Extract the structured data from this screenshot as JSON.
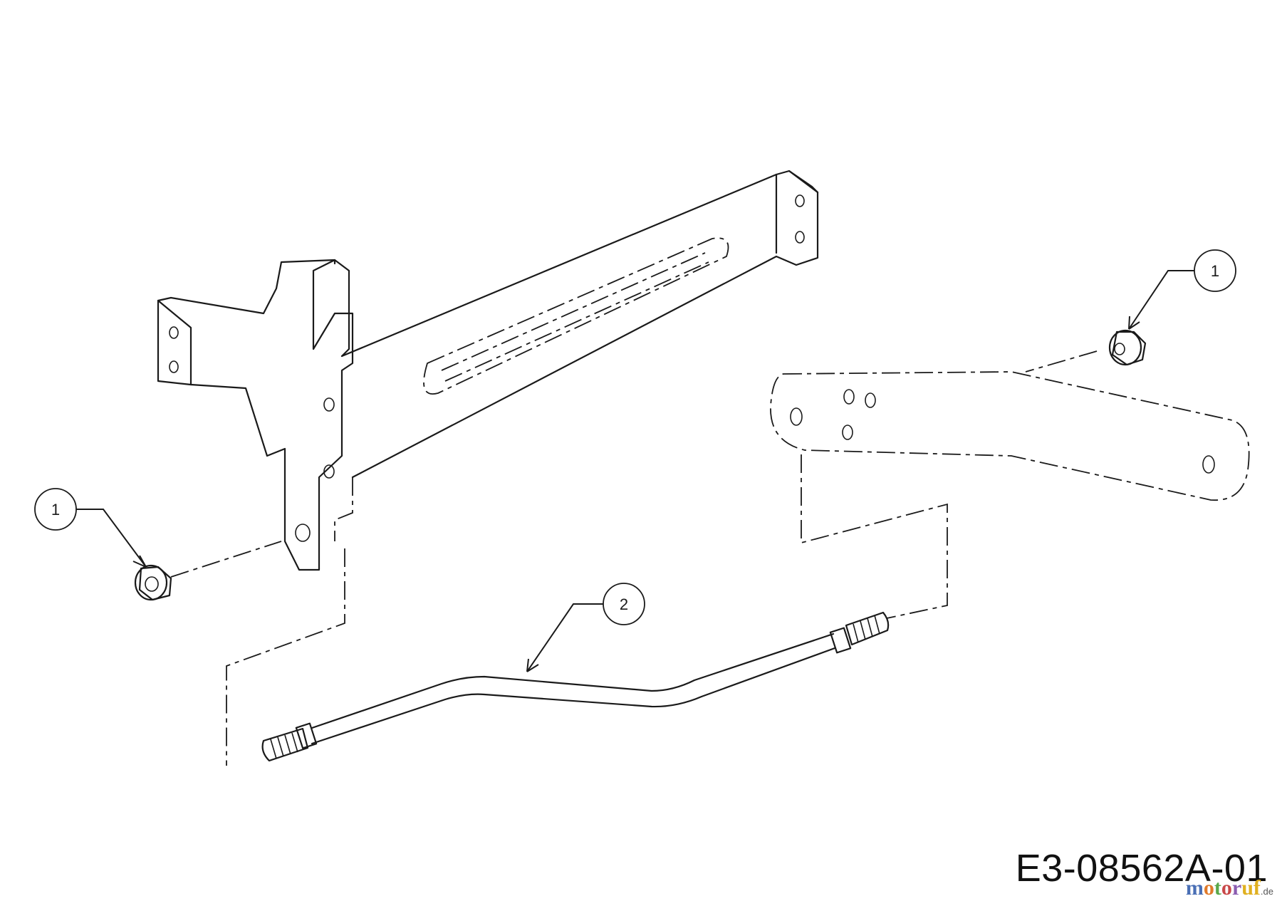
{
  "drawing": {
    "document_code": "E3-08562A-01",
    "watermark": "motoruf",
    "watermark_domain": ".de"
  },
  "callouts": [
    {
      "id": "nut-left",
      "label": "1"
    },
    {
      "id": "nut-right",
      "label": "1"
    },
    {
      "id": "rod",
      "label": "2"
    }
  ],
  "parts": [
    {
      "number": "1",
      "icon": "flange-nut-icon"
    },
    {
      "number": "1",
      "icon": "flange-nut-icon"
    },
    {
      "number": "2",
      "icon": "threaded-rod-icon"
    }
  ]
}
